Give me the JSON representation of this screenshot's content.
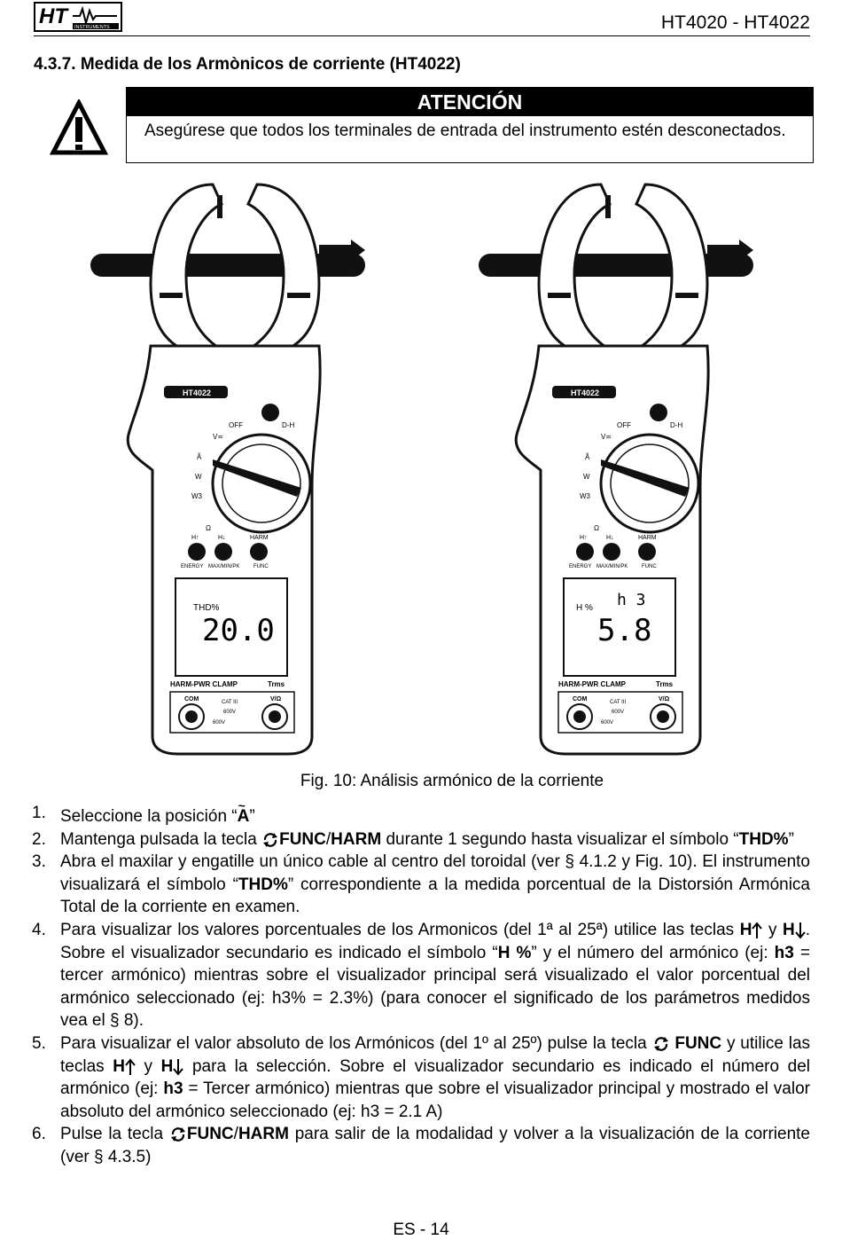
{
  "header": {
    "logo_text": "HT",
    "logo_subtext": "INSTRUMENTS",
    "model": "HT4020 - HT4022"
  },
  "section_title": "4.3.7.  Medida de los Armònicos de corriente (HT4022)",
  "warning": {
    "title": "ATENCIÓN",
    "text": "Asegúrese que todos los terminales de entrada del instrumento estén desconectados."
  },
  "figure": {
    "caption": "Fig. 10: Análisis armónico de la corriente",
    "device_left": {
      "brand": "HT4022",
      "display_label": "THD%",
      "display_value": "20.0",
      "keys": [
        "H↑",
        "H↓",
        "HARM"
      ],
      "key_sub": [
        "ENERGY",
        "MAX/MIN/PK",
        "FUNC"
      ],
      "model_line": "HARM-PWR CLAMP",
      "trms": "Trms",
      "com": "COM",
      "vo": "V/Ω",
      "cat": "CAT III",
      "volt1": "600V",
      "volt2": "600V",
      "dial": [
        "OFF",
        "V≂",
        "Ã",
        "W",
        "W3",
        "Ω"
      ],
      "dh": "D-H"
    },
    "device_right": {
      "brand": "HT4022",
      "display_label": "H %",
      "display_top": "h 3",
      "display_value": "5.8",
      "keys": [
        "H↑",
        "H↓",
        "HARM"
      ],
      "key_sub": [
        "ENERGY",
        "MAX/MIN/PK",
        "FUNC"
      ],
      "model_line": "HARM-PWR CLAMP",
      "trms": "Trms",
      "com": "COM",
      "vo": "V/Ω",
      "cat": "CAT III",
      "volt1": "600V",
      "volt2": "600V",
      "dial": [
        "OFF",
        "V≂",
        "Ã",
        "W",
        "W3",
        "Ω"
      ],
      "dh": "D-H"
    }
  },
  "steps": [
    {
      "n": "1.",
      "parts": [
        "Seleccione la posición “",
        "A",
        "”"
      ]
    },
    {
      "n": "2.",
      "parts": [
        "Mantenga pulsada la tecla ",
        "FUNC",
        "/",
        "HARM",
        " durante 1 segundo hasta visualizar el símbolo “",
        "THD%",
        "”"
      ]
    },
    {
      "n": "3.",
      "parts": [
        "Abra el maxilar y engatille un único cable al centro del toroidal (ver § 4.1.2 y Fig. 10). El instrumento visualizará el símbolo “",
        "THD%",
        "” correspondiente a la medida porcentual de la Distorsión Armónica Total de la corriente en examen."
      ]
    },
    {
      "n": "4.",
      "parts": [
        "Para visualizar los valores porcentuales de los Armonicos (del 1ª al 25ª) utilice las teclas ",
        "H",
        " y ",
        "H",
        ". Sobre el visualizador secundario es indicado el símbolo “",
        "H %",
        "” y el número del armónico (ej: ",
        "h3",
        " = tercer armónico) mientras sobre el visualizador principal será visualizado el valor porcentual del armónico seleccionado (ej: h3% = 2.3%) (para conocer el significado de los parámetros medidos vea el § 8)."
      ]
    },
    {
      "n": "5.",
      "parts": [
        "Para visualizar el valor absoluto de los Armónicos (del 1º al 25º) pulse la tecla ",
        "FUNC",
        " y utilice las teclas ",
        "H",
        " y ",
        "H",
        " para la selección. Sobre el visualizador secundario es indicado el número del armónico (ej: ",
        "h3",
        " = Tercer armónico) mientras que sobre el visualizador principal y mostrado el valor absoluto del armónico seleccionado (ej: h3 = 2.1 A)"
      ]
    },
    {
      "n": "6.",
      "parts": [
        "Pulse la tecla ",
        "FUNC",
        "/",
        "HARM",
        " para salir de la modalidad y volver a la visualización de la corriente (ver § 4.3.5)"
      ]
    }
  ],
  "footer": "ES - 14"
}
